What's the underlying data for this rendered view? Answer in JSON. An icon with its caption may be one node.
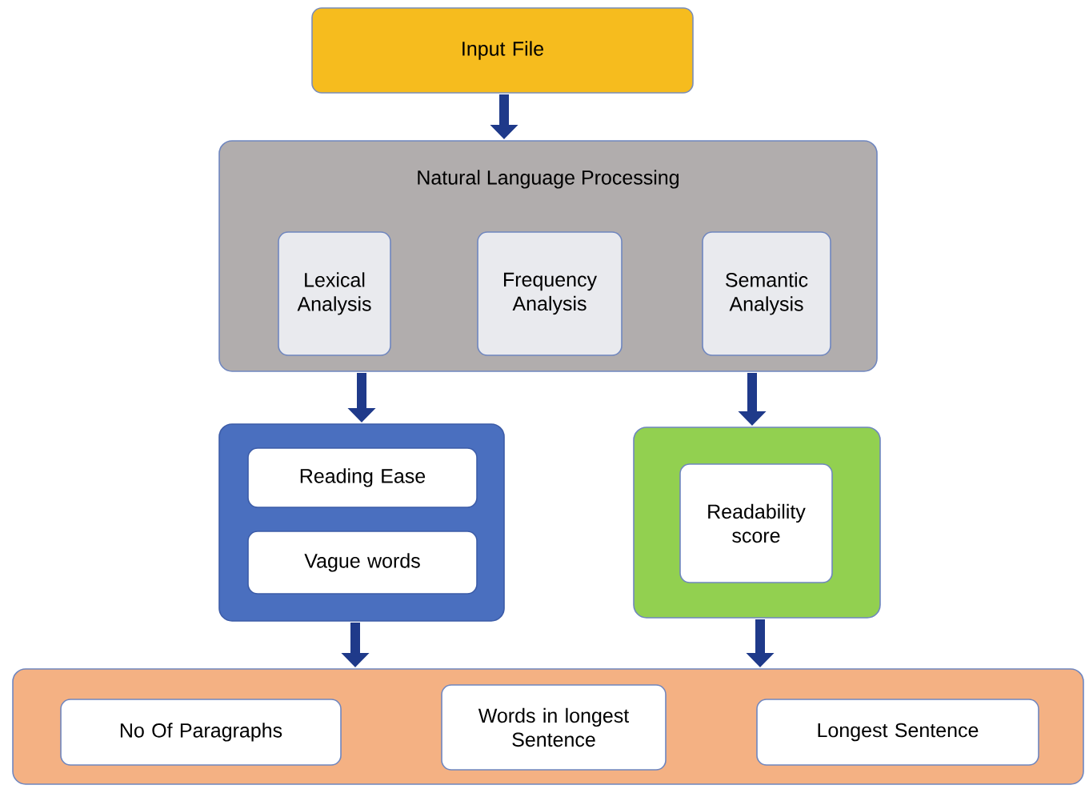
{
  "diagram": {
    "nodes": [
      {
        "text": [
          "Input File"
        ]
      },
      {
        "text": [
          "Natural Language Processing"
        ]
      },
      {
        "text": [
          "Lexical Analysis"
        ],
        "in": 1
      },
      {
        "text": [
          "Frequency Analysis"
        ],
        "in": 1
      },
      {
        "text": [
          "Semantic Analysis"
        ],
        "in": 1
      },
      {
        "text": [],
        "shape": "box"
      },
      {
        "text": [
          "Reading Ease"
        ],
        "in": 5
      },
      {
        "text": [
          "Vague words"
        ],
        "in": 5
      },
      {
        "text": [],
        "shape": "box"
      },
      {
        "text": [
          "Readability score"
        ],
        "in": 8
      },
      {
        "text": [],
        "shape": "box"
      },
      {
        "text": [
          "No Of Paragraphs"
        ],
        "in": 10
      },
      {
        "text": [
          "Words in longest Sentence"
        ],
        "in": 10
      },
      {
        "text": [
          "Longest Sentence"
        ],
        "in": 10
      }
    ],
    "edges": [
      {
        "from": 0,
        "to": 1,
        "arrow": "to"
      },
      {
        "from": 1,
        "to": 5,
        "arrow": "to"
      },
      {
        "from": 1,
        "to": 8,
        "arrow": "to"
      },
      {
        "from": 5,
        "to": 10,
        "arrow": "to"
      },
      {
        "from": 8,
        "to": 10,
        "arrow": "to"
      }
    ]
  }
}
